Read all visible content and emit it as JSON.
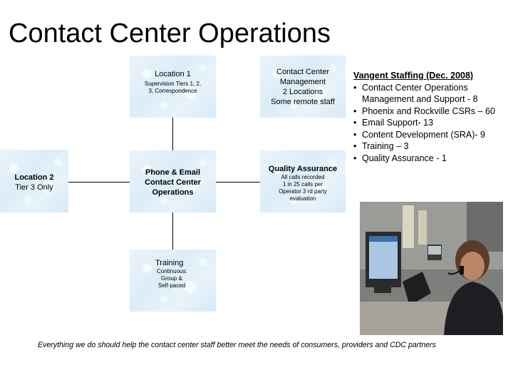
{
  "title": "Contact Center Operations",
  "nodes": {
    "location1": {
      "title": "Location 1",
      "sub": "Supervision Tiers 1, 2, 3, Correspondence"
    },
    "management": {
      "line1": "Contact Center",
      "line2": "Management",
      "line3": "2 Locations",
      "line4": "Some remote staff"
    },
    "location2": {
      "title": "Location 2",
      "sub": "Tier 3 Only"
    },
    "phone_email": {
      "line1": "Phone & Email",
      "line2": "Contact Center",
      "line3": "Operations"
    },
    "quality": {
      "title": "Quality Assurance",
      "line1": "All calls recorded",
      "line2": "1 in 25 calls per",
      "line3": "Operator 3 rd party",
      "line4": "evaluation"
    },
    "training": {
      "title": "Training",
      "line1": "Continuous:",
      "line2": "Group &",
      "line3": "Self-paced"
    }
  },
  "staffing": {
    "heading": "Vangent Staffing (Dec. 2008)",
    "items": [
      "Contact Center Operations",
      "Phoenix and Rockville CSRs – 60",
      "Email Support- 13",
      "Content Development (SRA)- 9",
      "Training – 3",
      "Quality Assurance - 1"
    ],
    "first_item_cont": "Management and Support - 8"
  },
  "photo": {
    "description_icon": "contact-center-agent-photo"
  },
  "footer": "Everything we do should help the contact center staff better meet the needs of consumers, providers and CDC partners"
}
